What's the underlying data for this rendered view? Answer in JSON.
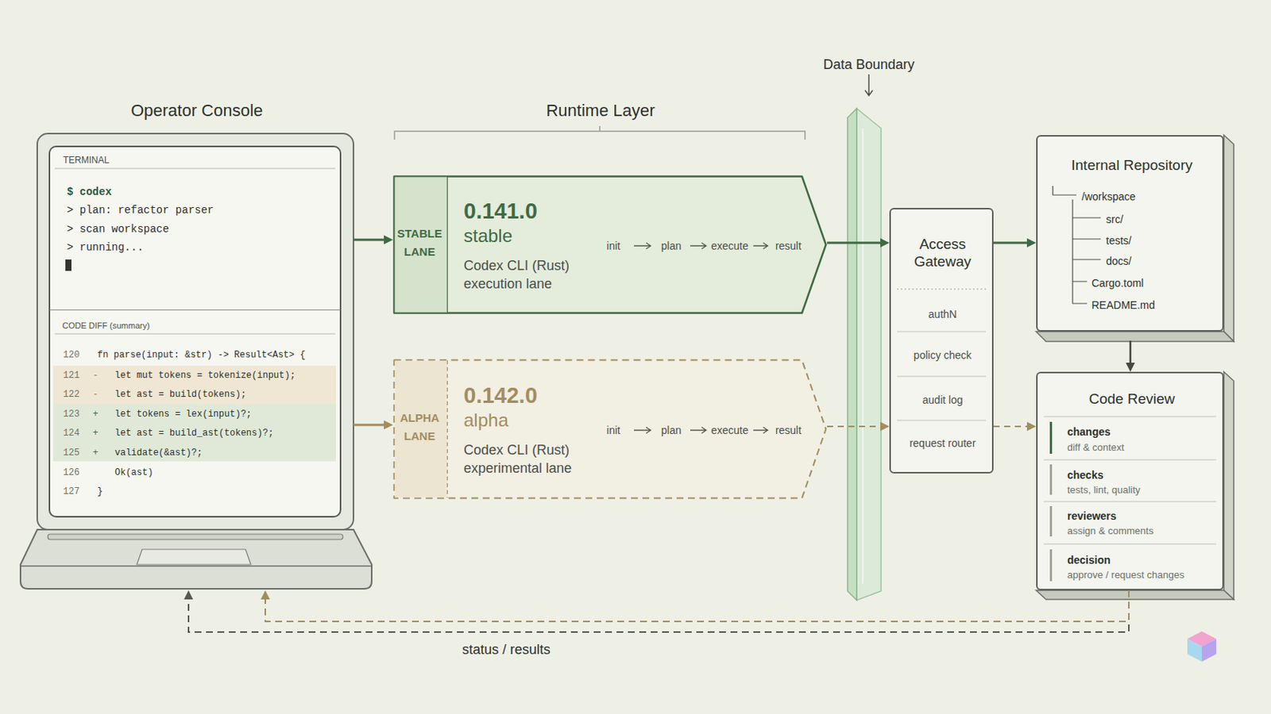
{
  "diagram": {
    "nodes": [
      {
        "text": [
          "Operator Console"
        ]
      },
      {
        "text": [
          "TERMINAL",
          "$ codex",
          "> plan: refactor parser",
          "> scan workspace",
          "> running..."
        ],
        "in": 0
      },
      {
        "text": [
          "CODE DIFF (summary)",
          "120",
          "fn parse(input: &str) -> Result<Ast> {",
          "121",
          "-",
          "let mut tokens = tokenize(input);",
          "122",
          "-",
          "let ast = build(tokens);",
          "123",
          "+",
          "let tokens = lex(input)?;",
          "124",
          "+",
          "let ast = build_ast(tokens)?;",
          "125",
          "+",
          "validate(&ast)?;",
          "126",
          "Ok(ast)",
          "127",
          "}"
        ],
        "in": 0
      },
      {
        "text": [
          "STABLE LANE",
          "0.141.0",
          "stable",
          "Codex CLI (Rust) execution lane",
          "init",
          "plan",
          "execute",
          "result"
        ]
      },
      {
        "text": [
          "ALPHA LANE",
          "0.142.0",
          "alpha",
          "Codex CLI (Rust) experimental lane",
          "init",
          "plan",
          "execute",
          "result"
        ]
      },
      {
        "text": [
          "Data Boundary"
        ]
      },
      {
        "text": [
          "Access Gateway",
          "authN",
          "policy check",
          "audit log",
          "request router"
        ]
      },
      {
        "text": [
          "Internal Repository",
          "/workspace",
          "src/",
          "tests/",
          "docs/",
          "Cargo.toml",
          "README.md"
        ]
      },
      {
        "text": [
          "Code Review",
          "changes",
          "diff & context",
          "checks",
          "tests, lint, quality",
          "reviewers",
          "assign & comments",
          "decision",
          "approve / request changes"
        ]
      }
    ],
    "edges": [
      {
        "from": 0,
        "to": 3,
        "arrow": "to"
      },
      {
        "from": 0,
        "to": 4,
        "arrow": "to"
      },
      {
        "from": 3,
        "to": 6,
        "arrow": "to"
      },
      {
        "from": 4,
        "to": 6,
        "arrow": "to"
      },
      {
        "from": 6,
        "to": 7,
        "arrow": "to"
      },
      {
        "from": 6,
        "to": 8,
        "arrow": "to"
      },
      {
        "from": 7,
        "to": 8,
        "arrow": "to"
      },
      {
        "from": 8,
        "to": 0,
        "arrow": "to",
        "label": "status / results"
      },
      {
        "from": 8,
        "to": 0,
        "arrow": "to"
      }
    ],
    "labels": [
      "Runtime Layer"
    ]
  }
}
